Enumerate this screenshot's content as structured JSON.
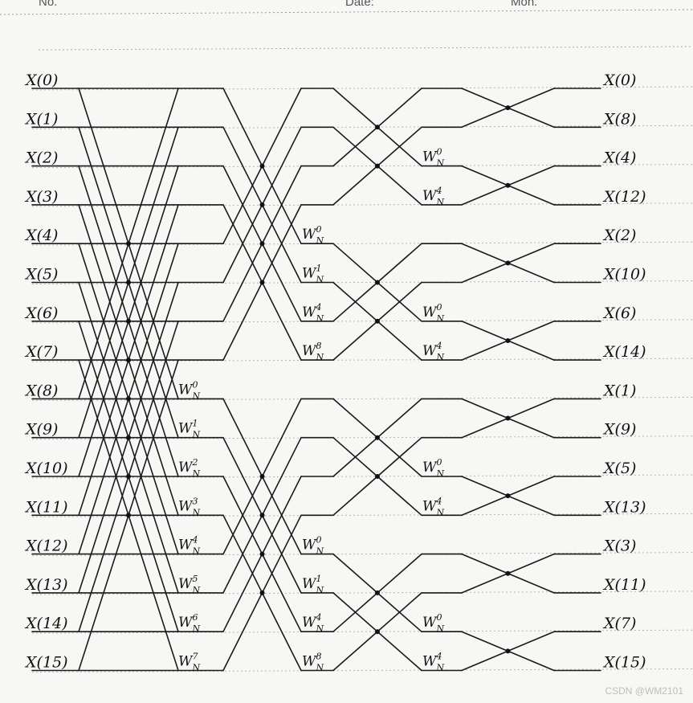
{
  "header": {
    "no_label": "No.",
    "date_label": "Date:",
    "mon_label": "Mon."
  },
  "inputs": [
    "X(0)",
    "X(1)",
    "X(2)",
    "X(3)",
    "X(4)",
    "X(5)",
    "X(6)",
    "X(7)",
    "X(8)",
    "X(9)",
    "X(10)",
    "X(11)",
    "X(12)",
    "X(13)",
    "X(14)",
    "X(15)"
  ],
  "outputs": [
    "X(0)",
    "X(8)",
    "X(4)",
    "X(12)",
    "X(2)",
    "X(10)",
    "X(6)",
    "X(14)",
    "X(1)",
    "X(9)",
    "X(5)",
    "X(13)",
    "X(3)",
    "X(11)",
    "X(7)",
    "X(15)"
  ],
  "twiddles": {
    "stage1": [
      "W_N^0",
      "W_N^1",
      "W_N^2",
      "W_N^3",
      "W_N^4",
      "W_N^5",
      "W_N^6",
      "W_N^7"
    ],
    "stage2": [
      "W_N^0",
      "W_N^1",
      "W_N^4",
      "W_N^8",
      "W_N^0",
      "W_N^1",
      "W_N^4",
      "W_N^8"
    ],
    "stage3": [
      "W_N^0",
      "W_N^4",
      "W_N^0",
      "W_N^4",
      "W_N^0",
      "W_N^4",
      "W_N^0",
      "W_N^4"
    ]
  },
  "watermark": "CSDN @WM2101"
}
